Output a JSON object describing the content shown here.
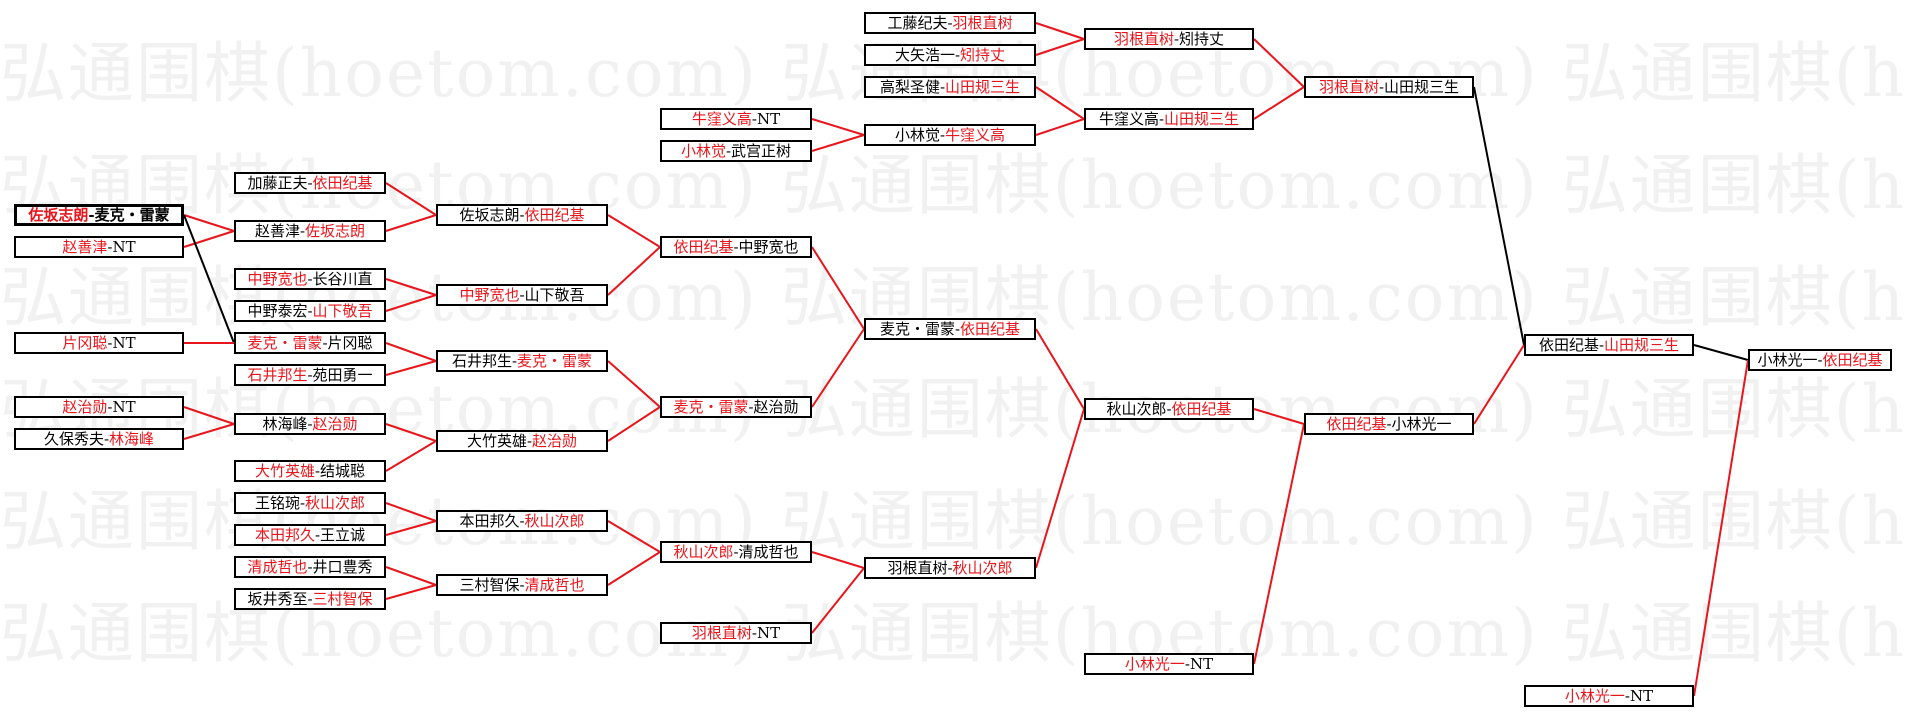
{
  "colors": {
    "winner": "#e8161c",
    "loser": "#000000",
    "line_win": "#e8161c",
    "line_lose": "#000000",
    "watermark": "#f1f1f1"
  },
  "watermark": "弘通围棋(hoetom.com) 弘通围棋(hoetom.com) 弘通围棋(hoetom.com) 弘通围棋(hoetom.com)",
  "matches": [
    {
      "id": "r1-1",
      "p1": "佐坂志朗",
      "p1win": true,
      "p2": "麦克・雷蒙",
      "p2win": false
    },
    {
      "id": "r1-2",
      "p1": "赵善津",
      "p1win": true,
      "p2": "NT",
      "p2win": false
    },
    {
      "id": "r1-3",
      "p1": "片冈聪",
      "p1win": true,
      "p2": "NT",
      "p2win": false
    },
    {
      "id": "r1-4",
      "p1": "赵治勋",
      "p1win": true,
      "p2": "NT",
      "p2win": false
    },
    {
      "id": "r1-5",
      "p1": "久保秀夫",
      "p1win": false,
      "p2": "林海峰",
      "p2win": true
    },
    {
      "id": "r2-1",
      "p1": "加藤正夫",
      "p1win": false,
      "p2": "依田纪基",
      "p2win": true
    },
    {
      "id": "r2-2",
      "p1": "赵善津",
      "p1win": false,
      "p2": "佐坂志朗",
      "p2win": true
    },
    {
      "id": "r2-3",
      "p1": "中野宽也",
      "p1win": true,
      "p2": "长谷川直",
      "p2win": false
    },
    {
      "id": "r2-4",
      "p1": "中野泰宏",
      "p1win": false,
      "p2": "山下敬吾",
      "p2win": true
    },
    {
      "id": "r2-5",
      "p1": "麦克・雷蒙",
      "p1win": true,
      "p2": "片冈聪",
      "p2win": false
    },
    {
      "id": "r2-6",
      "p1": "石井邦生",
      "p1win": true,
      "p2": "苑田勇一",
      "p2win": false
    },
    {
      "id": "r2-7",
      "p1": "林海峰",
      "p1win": false,
      "p2": "赵治勋",
      "p2win": true
    },
    {
      "id": "r2-8",
      "p1": "大竹英雄",
      "p1win": true,
      "p2": "结城聪",
      "p2win": false
    },
    {
      "id": "r2-9",
      "p1": "王铭琬",
      "p1win": false,
      "p2": "秋山次郎",
      "p2win": true
    },
    {
      "id": "r2-10",
      "p1": "本田邦久",
      "p1win": true,
      "p2": "王立诚",
      "p2win": false
    },
    {
      "id": "r2-11",
      "p1": "清成哲也",
      "p1win": true,
      "p2": "井口豊秀",
      "p2win": false
    },
    {
      "id": "r2-12",
      "p1": "坂井秀至",
      "p1win": false,
      "p2": "三村智保",
      "p2win": true
    },
    {
      "id": "r3-1",
      "p1": "佐坂志朗",
      "p1win": false,
      "p2": "依田纪基",
      "p2win": true
    },
    {
      "id": "r3-2",
      "p1": "中野宽也",
      "p1win": true,
      "p2": "山下敬吾",
      "p2win": false
    },
    {
      "id": "r3-3",
      "p1": "石井邦生",
      "p1win": false,
      "p2": "麦克・雷蒙",
      "p2win": true
    },
    {
      "id": "r3-4",
      "p1": "大竹英雄",
      "p1win": false,
      "p2": "赵治勋",
      "p2win": true
    },
    {
      "id": "r3-5",
      "p1": "本田邦久",
      "p1win": false,
      "p2": "秋山次郎",
      "p2win": true
    },
    {
      "id": "r3-6",
      "p1": "三村智保",
      "p1win": false,
      "p2": "清成哲也",
      "p2win": true
    },
    {
      "id": "r3-7",
      "p1": "牛窪义高",
      "p1win": true,
      "p2": "NT",
      "p2win": false
    },
    {
      "id": "r3-8",
      "p1": "小林觉",
      "p1win": true,
      "p2": "武宫正树",
      "p2win": false
    },
    {
      "id": "r4-1",
      "p1": "依田纪基",
      "p1win": true,
      "p2": "中野宽也",
      "p2win": false
    },
    {
      "id": "r4-2",
      "p1": "麦克・雷蒙",
      "p1win": true,
      "p2": "赵治勋",
      "p2win": false
    },
    {
      "id": "r4-3",
      "p1": "秋山次郎",
      "p1win": true,
      "p2": "清成哲也",
      "p2win": false
    },
    {
      "id": "r4-4",
      "p1": "羽根直树",
      "p1win": true,
      "p2": "NT",
      "p2win": false
    },
    {
      "id": "r4-5",
      "p1": "工藤纪夫",
      "p1win": false,
      "p2": "羽根直树",
      "p2win": true
    },
    {
      "id": "r4-6",
      "p1": "大矢浩一",
      "p1win": false,
      "p2": "矧持丈",
      "p2win": true
    },
    {
      "id": "r4-7",
      "p1": "高梨圣健",
      "p1win": false,
      "p2": "山田规三生",
      "p2win": true
    },
    {
      "id": "r4-8",
      "p1": "小林觉",
      "p1win": false,
      "p2": "牛窪义高",
      "p2win": true
    },
    {
      "id": "r5-1",
      "p1": "麦克・雷蒙",
      "p1win": false,
      "p2": "依田纪基",
      "p2win": true
    },
    {
      "id": "r5-2",
      "p1": "羽根直树",
      "p1win": false,
      "p2": "秋山次郎",
      "p2win": true
    },
    {
      "id": "r5-3",
      "p1": "羽根直树",
      "p1win": true,
      "p2": "矧持丈",
      "p2win": false
    },
    {
      "id": "r5-4",
      "p1": "牛窪义高",
      "p1win": false,
      "p2": "山田规三生",
      "p2win": true
    },
    {
      "id": "r6-1",
      "p1": "秋山次郎",
      "p1win": false,
      "p2": "依田纪基",
      "p2win": true
    },
    {
      "id": "r6-2",
      "p1": "小林光一",
      "p1win": true,
      "p2": "NT",
      "p2win": false
    },
    {
      "id": "r6-3",
      "p1": "羽根直树",
      "p1win": true,
      "p2": "山田规三生",
      "p2win": false
    },
    {
      "id": "r7-1",
      "p1": "依田纪基",
      "p1win": true,
      "p2": "小林光一",
      "p2win": false
    },
    {
      "id": "r7-2",
      "p1": "依田纪基",
      "p1win": false,
      "p2": "山田规三生",
      "p2win": true
    },
    {
      "id": "r7-3",
      "p1": "小林光一",
      "p1win": true,
      "p2": "NT",
      "p2win": false
    },
    {
      "id": "r8-1",
      "p1": "小林光一",
      "p1win": false,
      "p2": "依田纪基",
      "p2win": true
    }
  ]
}
